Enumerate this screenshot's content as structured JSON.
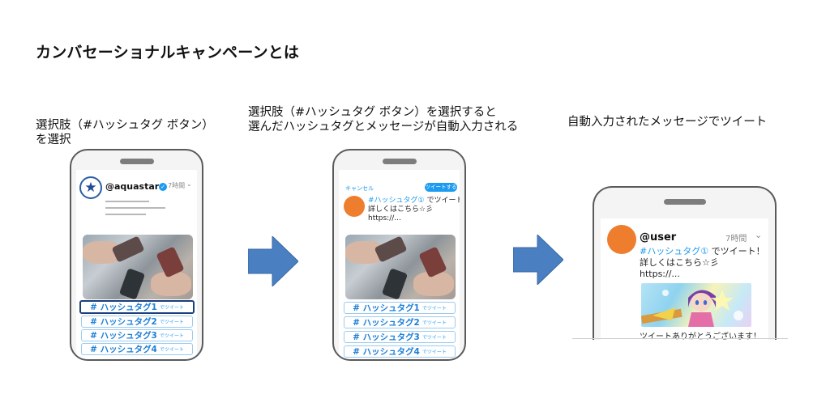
{
  "page": {
    "title": "カンバセーショナルキャンペーンとは"
  },
  "steps": [
    {
      "caption_line1": "選択肢（#ハッシュタグ ボタン）",
      "caption_line2": "を選択"
    },
    {
      "caption_line1": "選択肢（#ハッシュタグ ボタン）を選択すると",
      "caption_line2": "選んだハッシュタグとメッセージが自動入力される"
    },
    {
      "caption_line1": "自動入力されたメッセージでツイート"
    }
  ],
  "phone1": {
    "handle": "@aquastar",
    "time": "7時間",
    "buttons": [
      {
        "tag": "# ハッシュタグ1",
        "suffix": "でツイート",
        "selected": true
      },
      {
        "tag": "# ハッシュタグ2",
        "suffix": "でツイート",
        "selected": false
      },
      {
        "tag": "# ハッシュタグ3",
        "suffix": "でツイート",
        "selected": false
      },
      {
        "tag": "# ハッシュタグ4",
        "suffix": "でツイート",
        "selected": false
      }
    ]
  },
  "phone2": {
    "cancel": "キャンセル",
    "tweet_button": "ツイートする",
    "text_tag": "#ハッシュタグ①",
    "text_rest": "でツイート！",
    "text_line2": "詳しくはこちら☆彡",
    "text_line3": "https://...",
    "buttons": [
      {
        "tag": "# ハッシュタグ1",
        "suffix": "でツイート"
      },
      {
        "tag": "# ハッシュタグ2",
        "suffix": "でツイート"
      },
      {
        "tag": "# ハッシュタグ3",
        "suffix": "でツイート"
      },
      {
        "tag": "# ハッシュタグ4",
        "suffix": "でツイート"
      }
    ]
  },
  "phone3": {
    "handle": "@user",
    "time": "7時間",
    "text_tag": "#ハッシュタグ①",
    "text_rest": "でツイート！",
    "text_line2": "詳しくはこちら☆彡",
    "text_line3": "https://...",
    "reply_text": "ツイートありがとうございます！"
  },
  "colors": {
    "accent": "#1d9bf0",
    "arrow": "#4a7fc1",
    "avatar_orange": "#ee7d2e",
    "selected_border": "#1b3f7a"
  },
  "icons": [
    "aquastar-logo-icon",
    "verified-icon",
    "chevron-down-icon",
    "right-arrow-icon"
  ]
}
